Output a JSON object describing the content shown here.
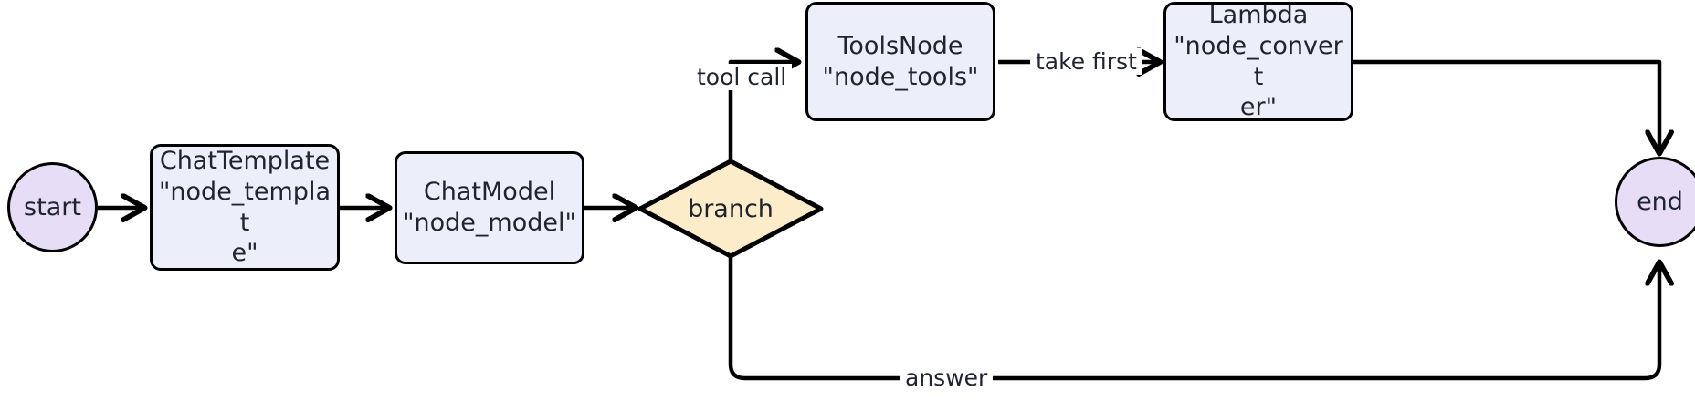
{
  "diagram": {
    "type": "flowchart",
    "direction": "left-to-right",
    "title": "",
    "colors": {
      "terminal_fill": "#e8ddf7",
      "process_fill": "#eceffa",
      "decision_fill": "#fcecc9",
      "stroke": "#000000",
      "text": "#1f2430",
      "background": "#ffffff"
    },
    "nodes": [
      {
        "id": "start",
        "shape": "circle",
        "label": "start"
      },
      {
        "id": "node_template",
        "shape": "rounded-rect",
        "label": "ChatTemplate\n\"node_templat\ne\""
      },
      {
        "id": "node_model",
        "shape": "rounded-rect",
        "label": "ChatModel\n\"node_model\""
      },
      {
        "id": "branch",
        "shape": "diamond",
        "label": "branch"
      },
      {
        "id": "node_tools",
        "shape": "rounded-rect",
        "label": "ToolsNode\n\"node_tools\""
      },
      {
        "id": "node_converter",
        "shape": "rounded-rect",
        "label": "Lambda\n\"node_convert\ner\""
      },
      {
        "id": "end",
        "shape": "circle",
        "label": "end"
      }
    ],
    "edges": [
      {
        "from": "start",
        "to": "node_template",
        "label": ""
      },
      {
        "from": "node_template",
        "to": "node_model",
        "label": ""
      },
      {
        "from": "node_model",
        "to": "branch",
        "label": ""
      },
      {
        "from": "branch",
        "to": "node_tools",
        "label": "tool call"
      },
      {
        "from": "node_tools",
        "to": "node_converter",
        "label": "take first"
      },
      {
        "from": "node_converter",
        "to": "end",
        "label": ""
      },
      {
        "from": "branch",
        "to": "end",
        "label": "answer"
      }
    ]
  }
}
